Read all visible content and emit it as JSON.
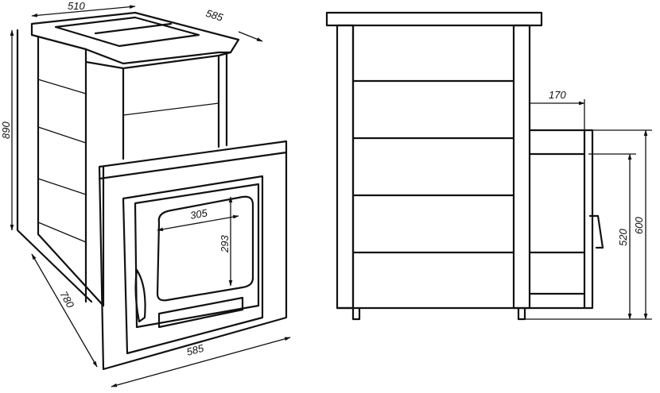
{
  "title": "Sauna stove technical drawing",
  "dimensions": {
    "top_width": "510",
    "top_depth": "585",
    "height": "890",
    "side_depth": "780",
    "front_width": "585",
    "door_width": "305",
    "door_height": "293",
    "side_box_depth": "170",
    "side_box_total_height": "600",
    "side_box_height": "520"
  }
}
